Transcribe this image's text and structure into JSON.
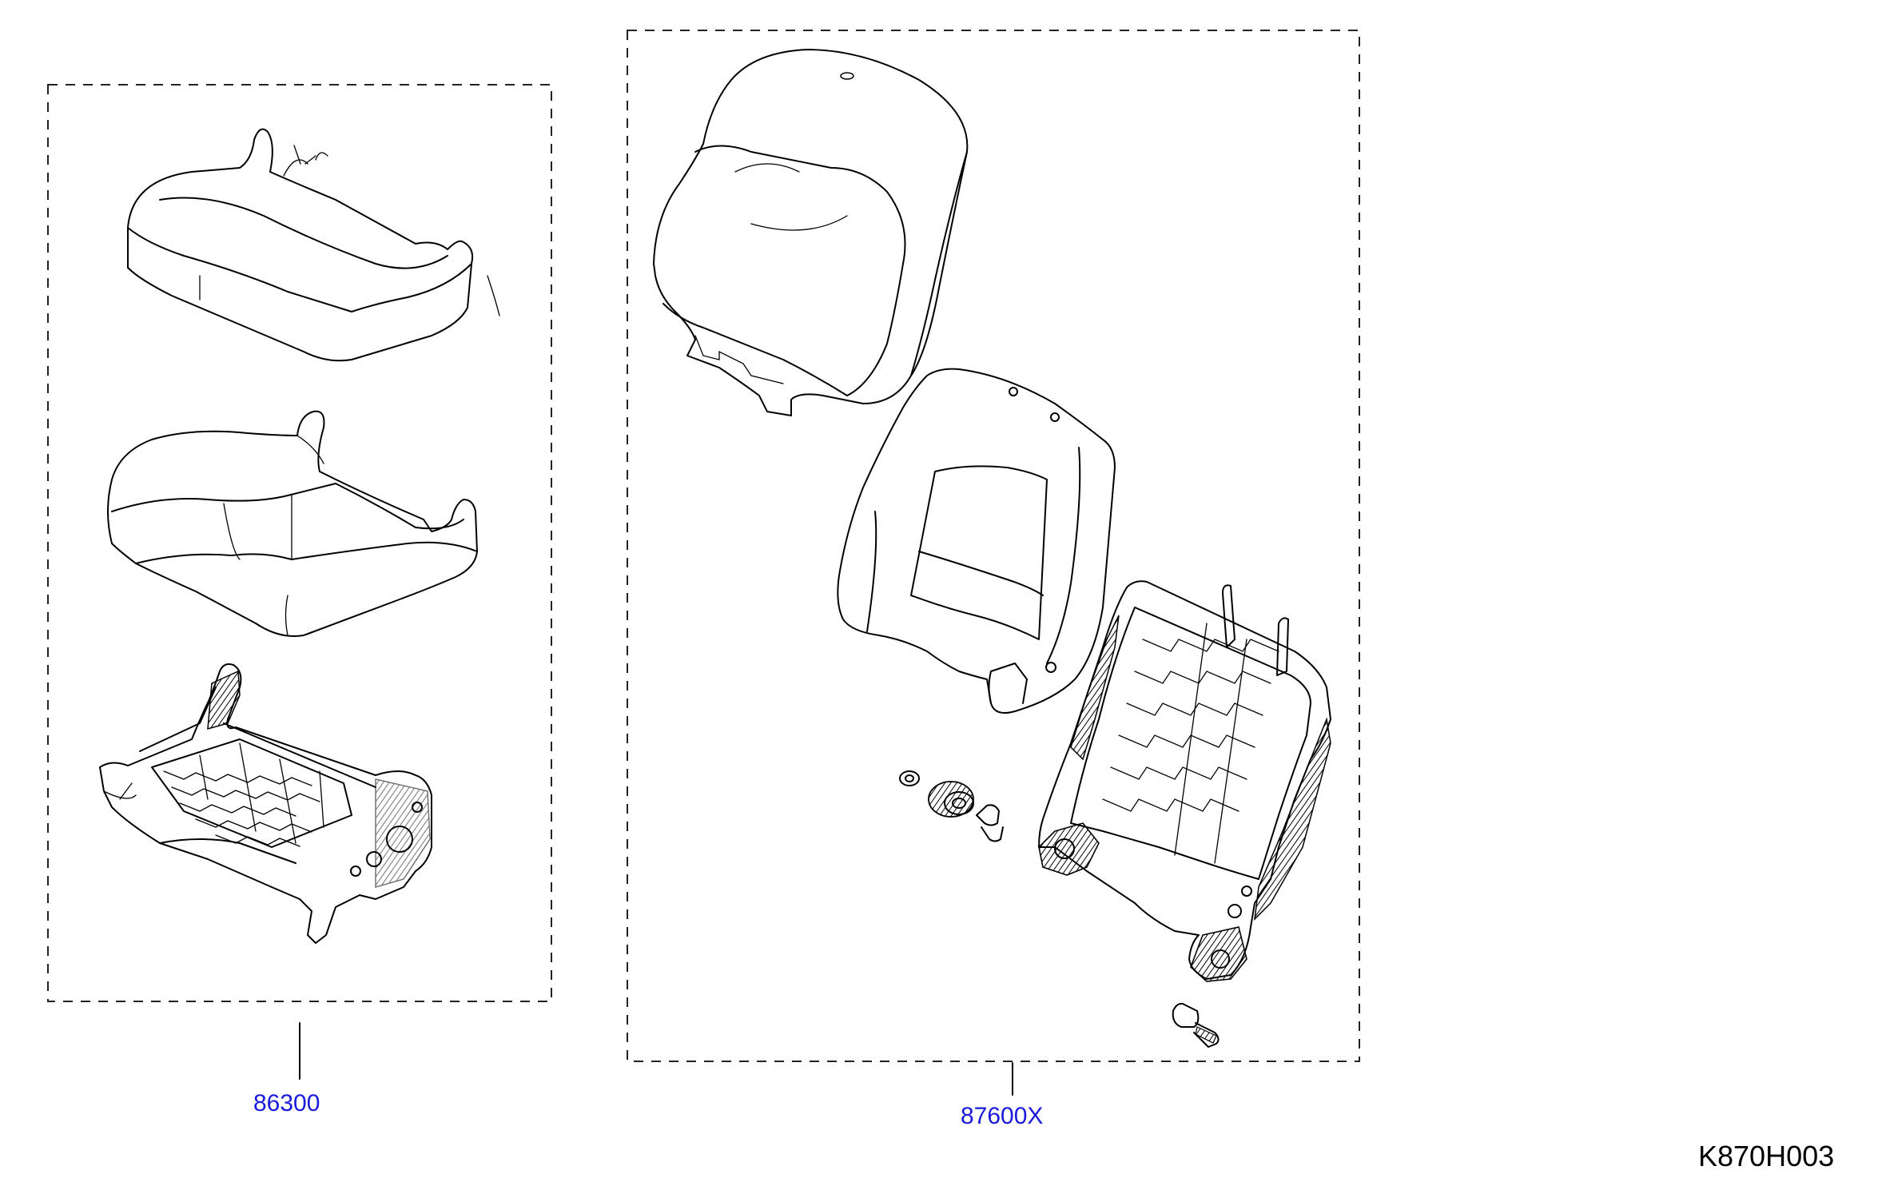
{
  "callouts": {
    "left_group": "86300",
    "right_group": "87600X"
  },
  "figure_code": "K870H003",
  "colors": {
    "callout": "#1a1adb",
    "line": "#000000",
    "background": "#ffffff"
  }
}
